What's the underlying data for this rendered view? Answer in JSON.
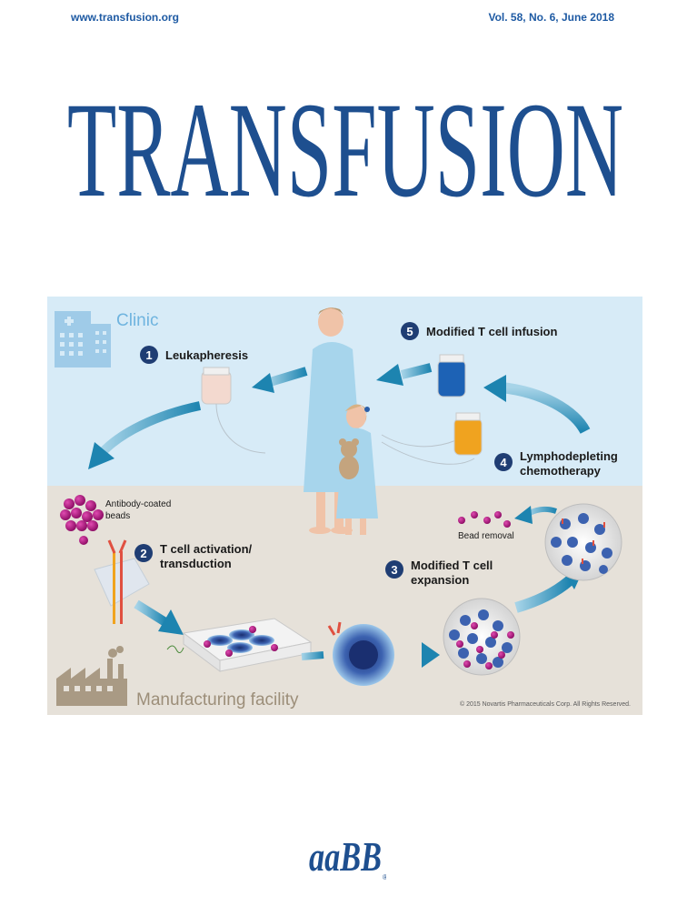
{
  "header": {
    "url": "www.transfusion.org",
    "volume": "Vol. 58, No. 6, June 2018",
    "journal_title": "TRANSFUSION"
  },
  "figure": {
    "zone_clinic": "Clinic",
    "zone_manufacturing": "Manufacturing facility",
    "steps": [
      {
        "num": "1",
        "line1": "Leukapheresis",
        "line2": ""
      },
      {
        "num": "2",
        "line1": "T cell activation/",
        "line2": "transduction"
      },
      {
        "num": "3",
        "line1": "Modified T cell",
        "line2": "expansion"
      },
      {
        "num": "4",
        "line1": "Lymphodepleting",
        "line2": "chemotherapy"
      },
      {
        "num": "5",
        "line1": "Modified T cell infusion",
        "line2": ""
      }
    ],
    "beads_label_1": "Antibody-coated",
    "beads_label_2": "beads",
    "bead_removal": "Bead removal",
    "copyright": "© 2015 Novartis Pharmaceuticals Corp. All Rights Reserved."
  },
  "colors": {
    "brand_blue": "#1e4f8f",
    "clinic_bg": "#d7ebf7",
    "manufacturing_bg": "#e6e1d9",
    "arrow_teal": "#2a8fb8",
    "step_badge": "#1f3d73",
    "bead_magenta": "#b0127e"
  },
  "logo_text": "aaBB"
}
